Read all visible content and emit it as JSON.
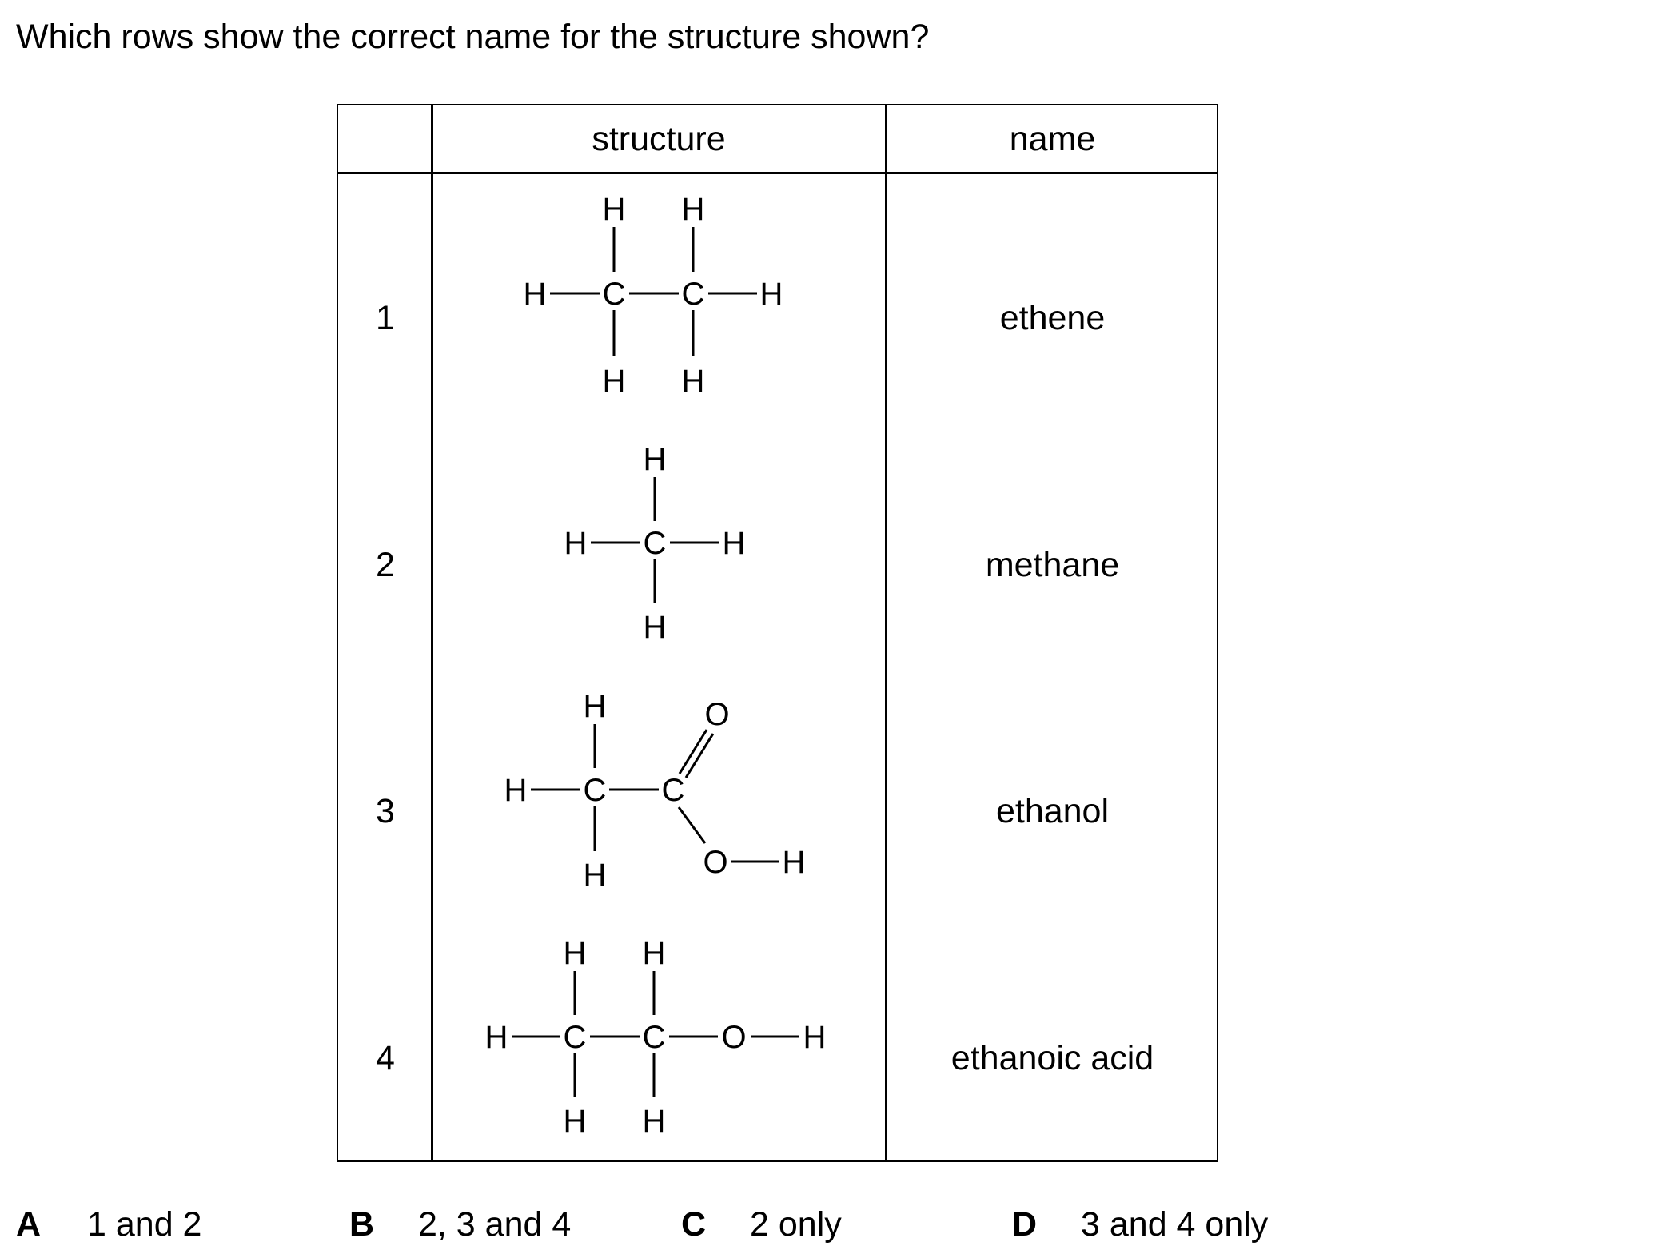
{
  "question": "Which rows show the correct name for the structure shown?",
  "table": {
    "headers": {
      "number": "",
      "structure": "structure",
      "name": "name"
    },
    "rows": [
      {
        "number": "1",
        "name": "ethene"
      },
      {
        "number": "2",
        "name": "methane"
      },
      {
        "number": "3",
        "name": "ethanol"
      },
      {
        "number": "4",
        "name": "ethanoic acid"
      }
    ]
  },
  "atoms": {
    "H": "H",
    "C": "C",
    "O": "O"
  },
  "options": [
    {
      "letter": "A",
      "text": "1 and 2"
    },
    {
      "letter": "B",
      "text": "2, 3 and 4"
    },
    {
      "letter": "C",
      "text": "2 only"
    },
    {
      "letter": "D",
      "text": "3 and 4 only"
    }
  ]
}
